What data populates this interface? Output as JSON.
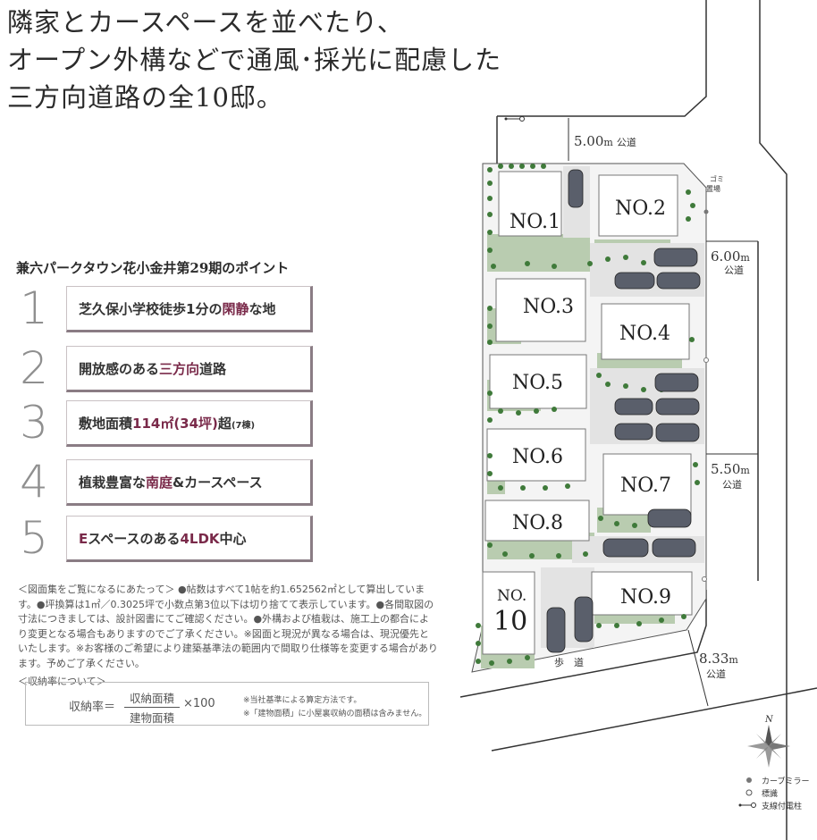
{
  "headline": {
    "line1": "隣家とカースペースを並べたり、",
    "line2": "オープン外構などで通風･採光に配慮した",
    "line3": "三方向道路の全10邸。"
  },
  "points": {
    "title": "兼六パークタウン花小金井第29期のポイント",
    "items": [
      {
        "num": "1",
        "pre": "芝久保小学校徒歩1分の",
        "hl": "閑静",
        "post": "な地",
        "small": ""
      },
      {
        "num": "2",
        "pre": "開放感のある",
        "hl": "三方向",
        "post": "道路",
        "small": ""
      },
      {
        "num": "3",
        "pre": "敷地面積",
        "hl": "114㎡(34坪)",
        "post": "超",
        "small": "(7棟)"
      },
      {
        "num": "4",
        "pre": "植栽豊富な",
        "hl": "南庭",
        "post": "&カースペース",
        "small": ""
      },
      {
        "num": "5",
        "pre": "",
        "hl": "E",
        "post": "スペースのある",
        "hl2": "4LDK",
        "post2": "中心",
        "small": ""
      }
    ]
  },
  "notes": "＜図面集をご覧になるにあたって＞ ●帖数はすべて1帖を約1.652562㎡として算出しています。●坪換算は1㎡／0.3025坪で小数点第3位以下は切り捨てて表示しています。●各間取図の寸法につきましては、設計図書にてご確認ください。●外構および植栽は、施工上の都合により変更となる場合もありますのでご了承ください。※図面と現況が異なる場合は、現況優先といたします。※お客様のご希望により建築基準法の範囲内で間取り仕様等を変更する場合があります。予めご了承ください。",
  "ratio": {
    "heading": "＜収納率について＞",
    "lhs": "収納率＝",
    "numerator": "収納面積",
    "denominator": "建物面積",
    "multiplier": "×100",
    "footnote1": "※当社基準による算定方法です。",
    "footnote2": "※「建物面積」に小屋裏収納の面積は含みません。"
  },
  "map": {
    "lots": [
      "NO.1",
      "NO.2",
      "NO.3",
      "NO.4",
      "NO.5",
      "NO.6",
      "NO.7",
      "NO.8",
      "NO.9",
      "NO.10"
    ],
    "roads": {
      "top": {
        "value": "5.00",
        "unit": "m",
        "label": "公道"
      },
      "right_upper": {
        "value": "6.00",
        "unit": "m",
        "label": "公道"
      },
      "right_lower": {
        "value": "5.50",
        "unit": "m",
        "label": "公道"
      },
      "bottom": {
        "value": "8.33",
        "unit": "m",
        "label": "公道"
      },
      "sidewalk": "歩　道"
    },
    "garbage": "ゴミ置場",
    "compass": "N",
    "legend": {
      "mirror": "カーブミラー",
      "sign": "標識",
      "pole": "支線付電柱"
    }
  },
  "colors": {
    "accent": "#7a2a4a",
    "lawn": "#b9ccb0",
    "tree": "#3f7a3a",
    "paving": "#e6e6e6"
  }
}
